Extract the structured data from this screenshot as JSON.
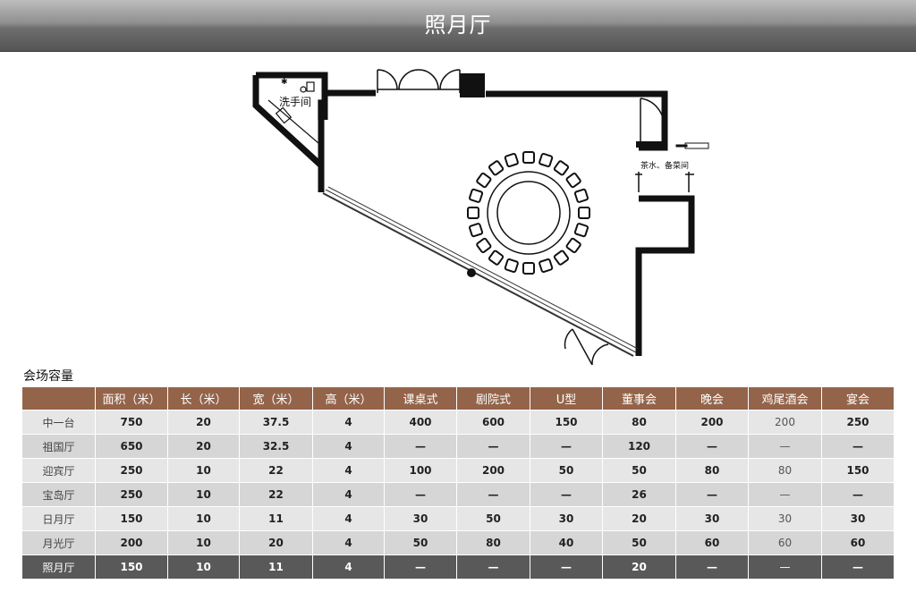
{
  "header": {
    "title": "照月厅"
  },
  "floorplan": {
    "restroom_label": "洗手间",
    "pantry_label": "茶水、备菜间"
  },
  "capacity": {
    "title": "会场容量",
    "columns": [
      "",
      "面积（米）",
      "长（米）",
      "宽（米）",
      "高（米）",
      "课桌式",
      "剧院式",
      "U型",
      "董事会",
      "晚会",
      "鸡尾酒会",
      "宴会"
    ],
    "rows": [
      [
        "中一台",
        "750",
        "20",
        "37.5",
        "4",
        "400",
        "600",
        "150",
        "80",
        "200",
        "200",
        "250"
      ],
      [
        "祖国厅",
        "650",
        "20",
        "32.5",
        "4",
        "—",
        "—",
        "—",
        "120",
        "—",
        "—",
        "—"
      ],
      [
        "迎宾厅",
        "250",
        "10",
        "22",
        "4",
        "100",
        "200",
        "50",
        "50",
        "80",
        "80",
        "150"
      ],
      [
        "宝岛厅",
        "250",
        "10",
        "22",
        "4",
        "—",
        "—",
        "—",
        "26",
        "—",
        "—",
        "—"
      ],
      [
        "日月厅",
        "150",
        "10",
        "11",
        "4",
        "30",
        "50",
        "30",
        "20",
        "30",
        "30",
        "30"
      ],
      [
        "月光厅",
        "200",
        "10",
        "20",
        "4",
        "50",
        "80",
        "40",
        "50",
        "60",
        "60",
        "60"
      ],
      [
        "照月厅",
        "150",
        "10",
        "11",
        "4",
        "—",
        "—",
        "—",
        "20",
        "—",
        "—",
        "—"
      ]
    ],
    "highlight_row": 6
  },
  "colors": {
    "header_bg": "#6e6e6e",
    "table_header": "#94644a",
    "highlight_row": "#595959"
  }
}
